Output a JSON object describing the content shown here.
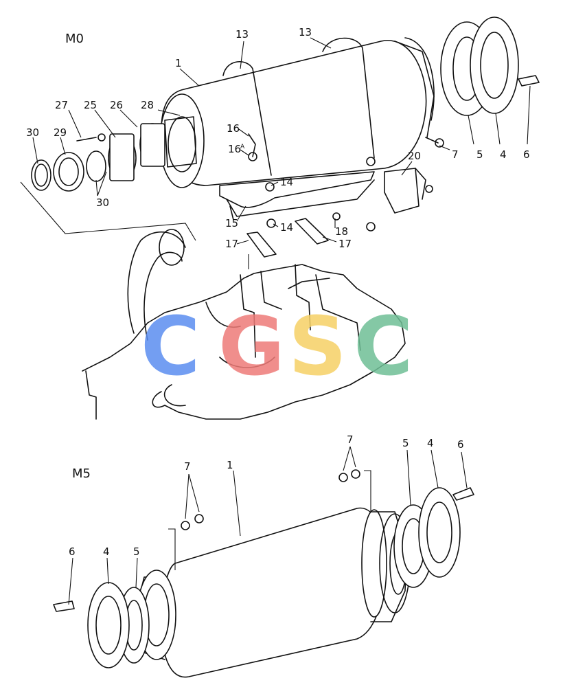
{
  "sections": {
    "top": "M0",
    "bottom": "M5"
  },
  "watermark": {
    "text": "CGSC",
    "colors": [
      "#5b8ef0",
      "#ee7b78",
      "#f6d166",
      "#6fbf96"
    ]
  },
  "labels_top": {
    "n1": "1",
    "n13a": "13",
    "n13b": "13",
    "n28": "28",
    "n27": "27",
    "n25": "25",
    "n26": "26",
    "n30a": "30",
    "n29": "29",
    "n30b": "30",
    "n16": "16",
    "n16a": "16",
    "n16a_sup": "A",
    "n14a": "14",
    "n14b": "14",
    "n15": "15",
    "n17a": "17",
    "n17b": "17",
    "n18": "18",
    "n20": "20",
    "n5": "5",
    "n4": "4",
    "n6": "6",
    "n7": "7"
  },
  "labels_bottom": {
    "n7a": "7",
    "n7b": "7",
    "n1": "1",
    "n5a": "5",
    "n4a": "4",
    "n6a": "6",
    "n6b": "6",
    "n4b": "4",
    "n5b": "5"
  }
}
